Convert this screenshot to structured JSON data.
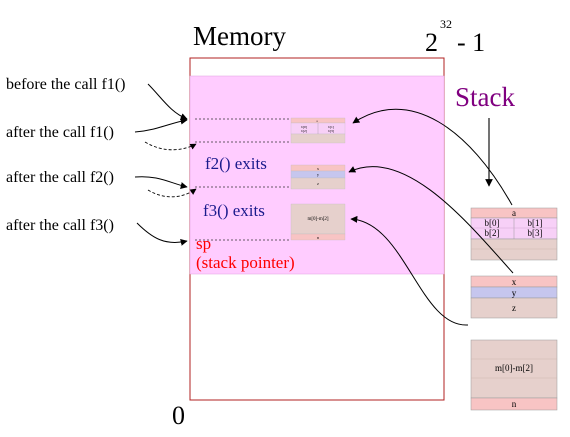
{
  "diagram": {
    "memory_title": "Memory",
    "top_address_base": "2",
    "top_address_exp": "32",
    "top_address_rest": "- 1",
    "bottom_address": "0",
    "stack_label": "Stack",
    "call_labels": [
      "before the call f1()",
      "after the call f1()",
      "after the call f2()",
      "after the call f3()"
    ],
    "exit_labels": [
      "f2() exits",
      "f3() exits"
    ],
    "sp_label": "sp",
    "sp_desc": "(stack pointer)",
    "frame1": {
      "top": "a",
      "cells": [
        "b[0]",
        "b[1]",
        "b[2]",
        "b[3]"
      ]
    },
    "frame2": {
      "rows": [
        "x",
        "y",
        "z"
      ]
    },
    "frame3": {
      "mid": "m[0]-m[2]",
      "bottom": "n"
    },
    "colors": {
      "stack_region": "#ffccff",
      "memory_border": "#b02020",
      "stack_label": "#800080",
      "exit_label": "#1a1a8c",
      "sp_label": "#ff0000",
      "frame_pink": "#f8c4c4",
      "frame_lilac": "#f7d0f7",
      "frame_blue": "#c6c6ee",
      "frame_tan": "#e6d0cc"
    }
  }
}
